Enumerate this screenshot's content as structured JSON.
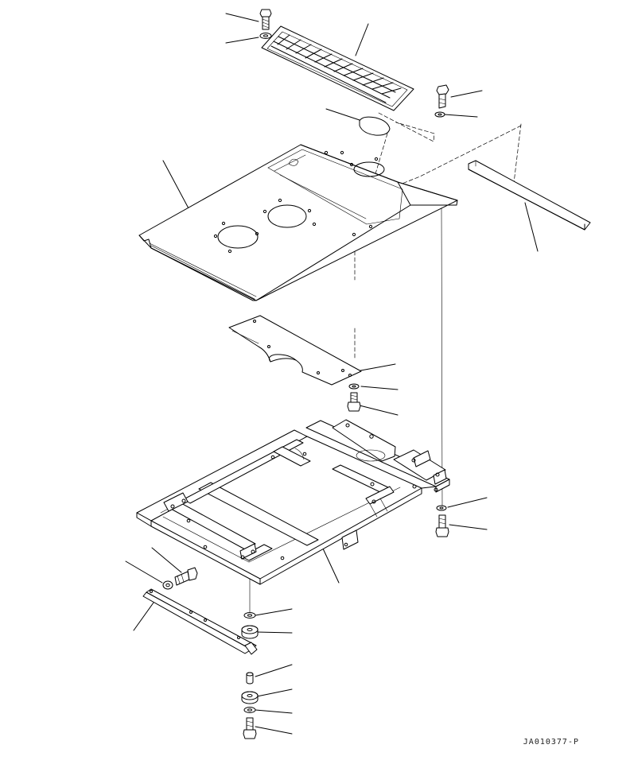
{
  "drawing": {
    "id": "JA010377-P"
  },
  "parts": [
    {
      "name": "bolt-top"
    },
    {
      "name": "washer-top"
    },
    {
      "name": "grille-cover"
    },
    {
      "name": "bolt-right"
    },
    {
      "name": "washer-right"
    },
    {
      "name": "round-cover-plate"
    },
    {
      "name": "floor-plate"
    },
    {
      "name": "side-bar"
    },
    {
      "name": "under-plate"
    },
    {
      "name": "washer-under"
    },
    {
      "name": "bolt-under"
    },
    {
      "name": "washer-frame-right"
    },
    {
      "name": "bolt-frame-right"
    },
    {
      "name": "base-frame"
    },
    {
      "name": "bolt-bracket"
    },
    {
      "name": "washer-bracket"
    },
    {
      "name": "bracket-bar"
    },
    {
      "name": "washer-stack-1"
    },
    {
      "name": "cushion-upper"
    },
    {
      "name": "spacer"
    },
    {
      "name": "cushion-lower"
    },
    {
      "name": "washer-stack-2"
    },
    {
      "name": "bolt-stack"
    }
  ]
}
